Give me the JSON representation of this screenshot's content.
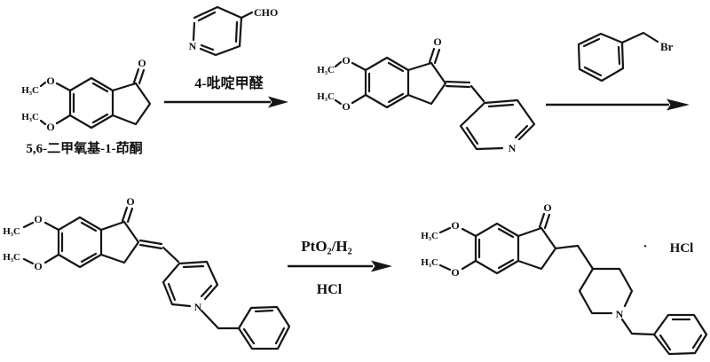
{
  "labels": {
    "oxygen": "O",
    "nitrogen": "N",
    "methyl": "H₃C",
    "aldehyde": "CHO",
    "bromine": "Br"
  },
  "compounds": {
    "start_material_name": "5,6-二甲氧基-1-茚酮"
  },
  "reagents": {
    "step1_name": "4-吡啶甲醛",
    "step3_catalyst": "PtO₂/H₂",
    "step3_acid": "HCl"
  },
  "salt": {
    "dot": "·",
    "formula": "HCl"
  },
  "colors": {
    "line": "#151515",
    "background": "#ffffff"
  }
}
